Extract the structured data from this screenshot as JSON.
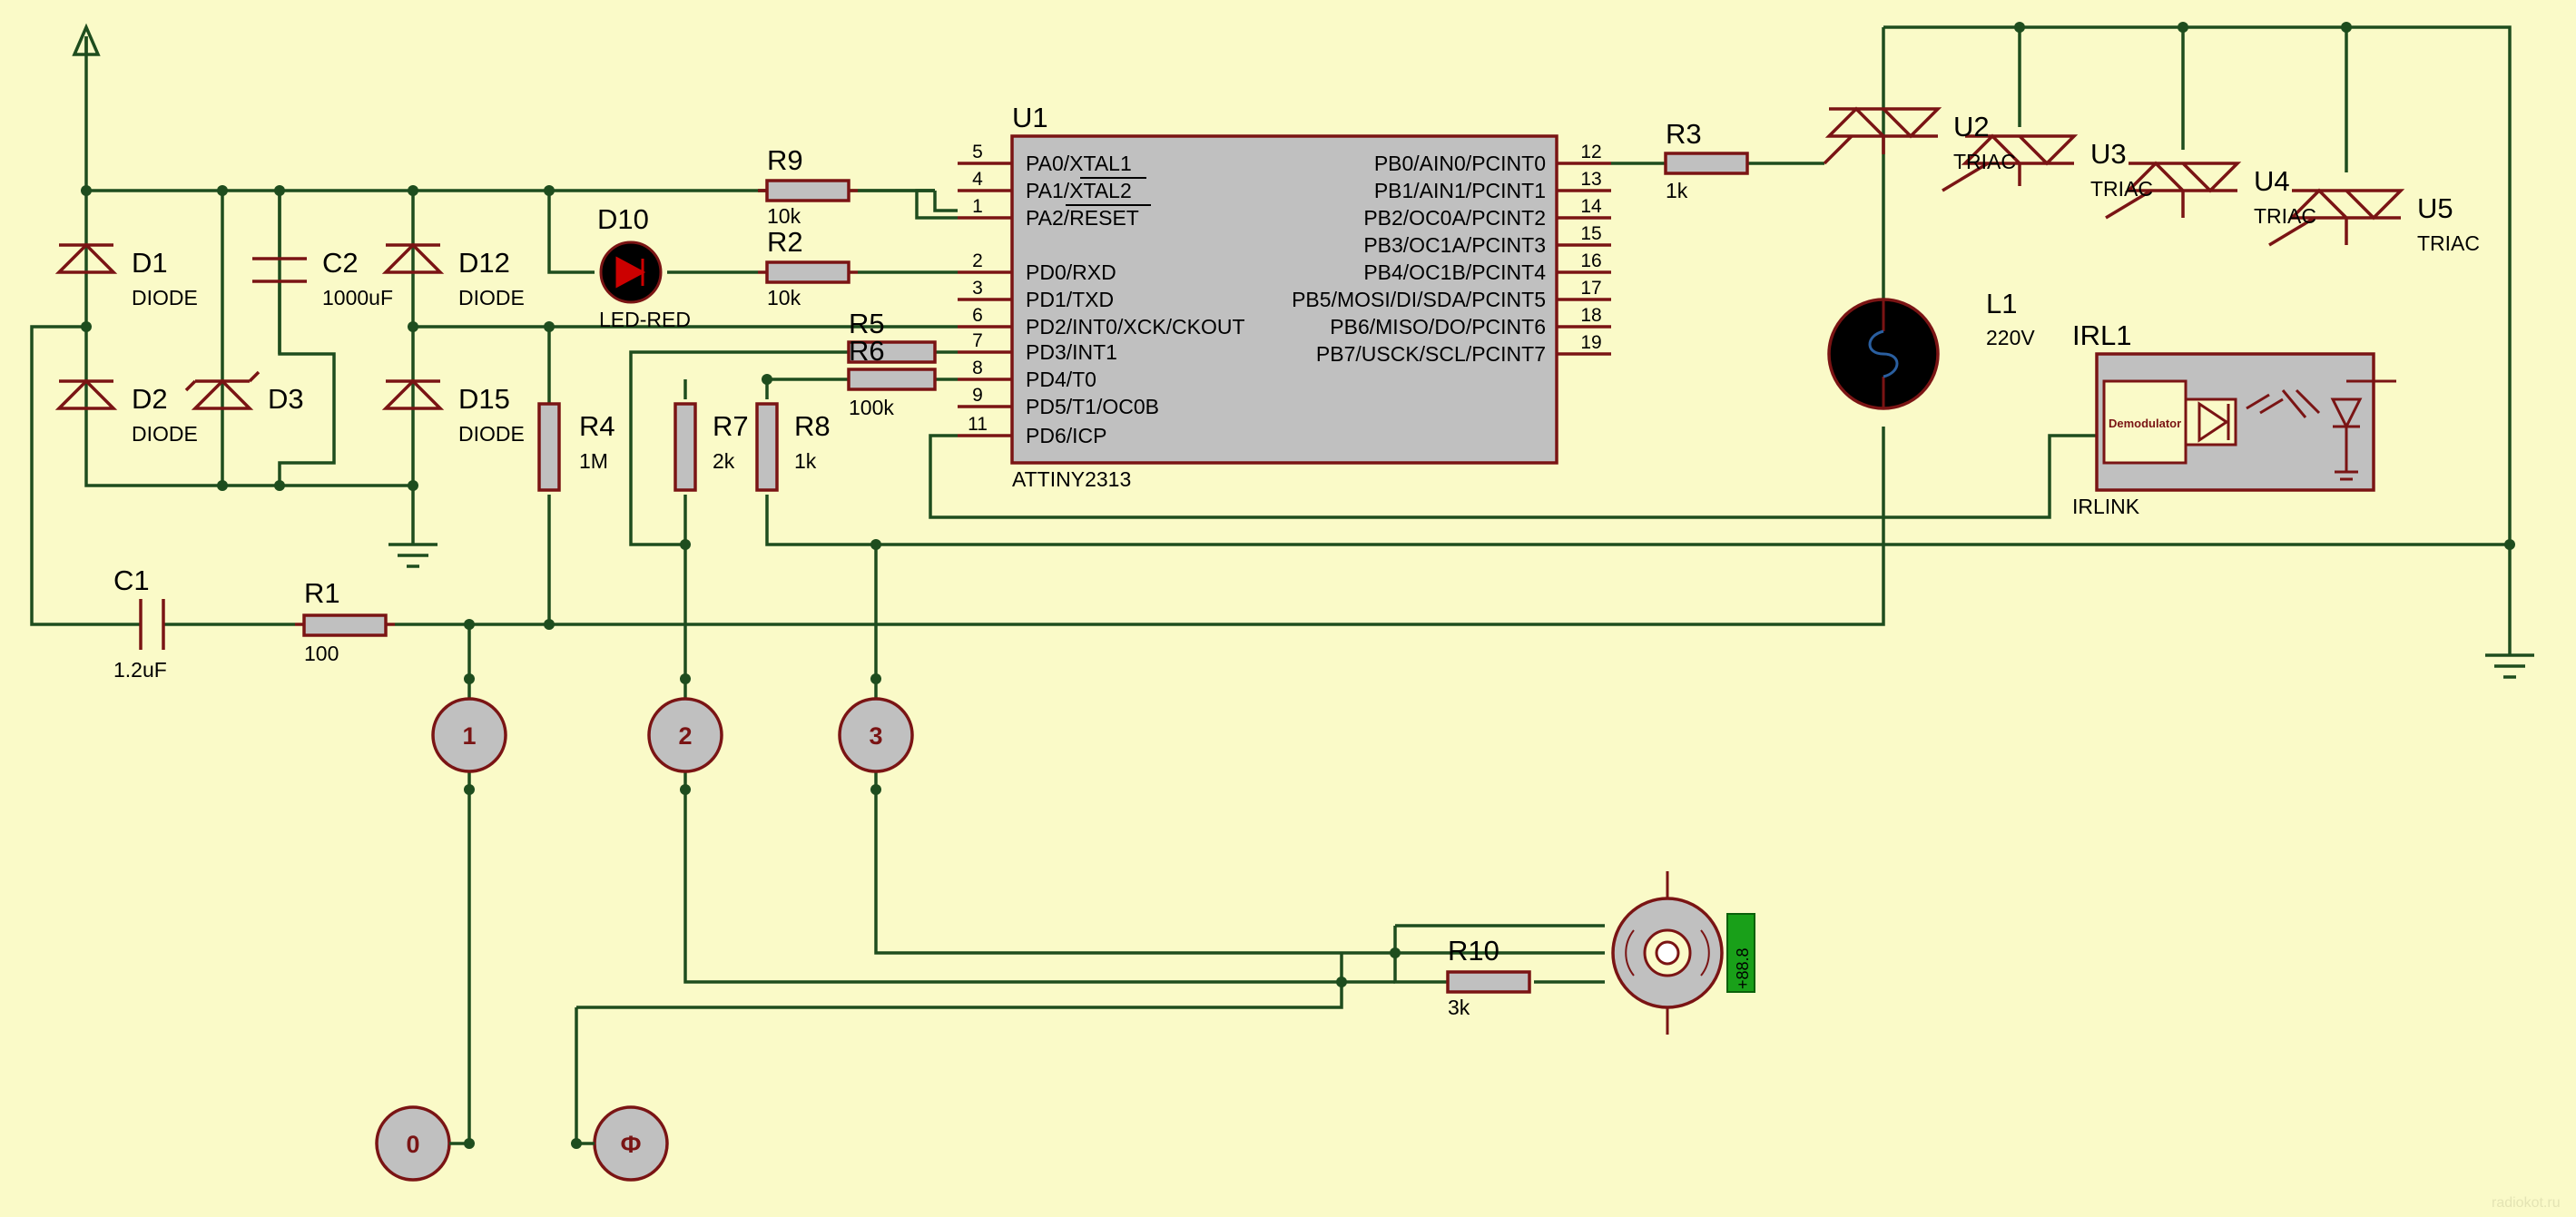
{
  "colors": {
    "background": "#fafac8",
    "wire": "#1e4d1e",
    "outline": "#7a1414",
    "fill": "#c0c0c0",
    "display": "#19a019"
  },
  "components": {
    "D1": {
      "ref": "D1",
      "value": "DIODE"
    },
    "D2": {
      "ref": "D2",
      "value": "DIODE"
    },
    "D3": {
      "ref": "D3",
      "value": ""
    },
    "D12": {
      "ref": "D12",
      "value": "DIODE"
    },
    "D15": {
      "ref": "D15",
      "value": "DIODE"
    },
    "C2": {
      "ref": "C2",
      "value": "1000uF"
    },
    "C1": {
      "ref": "C1",
      "value": "1.2uF"
    },
    "R1": {
      "ref": "R1",
      "value": "100"
    },
    "R4": {
      "ref": "R4",
      "value": "1M"
    },
    "R9": {
      "ref": "R9",
      "value": "10k"
    },
    "R2": {
      "ref": "R2",
      "value": "10k"
    },
    "R5": {
      "ref": "R5",
      "value": ""
    },
    "R6": {
      "ref": "R6",
      "value": "100k"
    },
    "R7": {
      "ref": "R7",
      "value": "2k"
    },
    "R8": {
      "ref": "R8",
      "value": "1k"
    },
    "R3": {
      "ref": "R3",
      "value": "1k"
    },
    "R10": {
      "ref": "R10",
      "value": "3k"
    },
    "D10": {
      "ref": "D10",
      "value": "LED-RED"
    },
    "L1": {
      "ref": "L1",
      "value": "220V"
    },
    "IRL1": {
      "ref": "IRL1",
      "value": "IRLINK",
      "inner": "Demodulator"
    },
    "U2": {
      "ref": "U2",
      "value": "TRIAC"
    },
    "U3": {
      "ref": "U3",
      "value": "TRIAC"
    },
    "U4": {
      "ref": "U4",
      "value": "TRIAC"
    },
    "U5": {
      "ref": "U5",
      "value": "TRIAC"
    },
    "motor_display": "+88.8"
  },
  "u1": {
    "ref": "U1",
    "part": "ATTINY2313",
    "left_pins": [
      {
        "num": "5",
        "name": "PA0/XTAL1"
      },
      {
        "num": "4",
        "name": "PA1/XTAL2"
      },
      {
        "num": "1",
        "name": "PA2/RESET"
      },
      {
        "num": "2",
        "name": "PD0/RXD"
      },
      {
        "num": "3",
        "name": "PD1/TXD"
      },
      {
        "num": "6",
        "name": "PD2/INT0/XCK/CKOUT"
      },
      {
        "num": "7",
        "name": "PD3/INT1"
      },
      {
        "num": "8",
        "name": "PD4/T0"
      },
      {
        "num": "9",
        "name": "PD5/T1/OC0B"
      },
      {
        "num": "11",
        "name": "PD6/ICP"
      }
    ],
    "right_pins": [
      {
        "num": "12",
        "name": "PB0/AIN0/PCINT0"
      },
      {
        "num": "13",
        "name": "PB1/AIN1/PCINT1"
      },
      {
        "num": "14",
        "name": "PB2/OC0A/PCINT2"
      },
      {
        "num": "15",
        "name": "PB3/OC1A/PCINT3"
      },
      {
        "num": "16",
        "name": "PB4/OC1B/PCINT4"
      },
      {
        "num": "17",
        "name": "PB5/MOSI/DI/SDA/PCINT5"
      },
      {
        "num": "18",
        "name": "PB6/MISO/DO/PCINT6"
      },
      {
        "num": "19",
        "name": "PB7/USCK/SCL/PCINT7"
      }
    ]
  },
  "terminals": [
    "1",
    "2",
    "3",
    "0",
    "Ф"
  ],
  "watermark": "radiokot.ru"
}
